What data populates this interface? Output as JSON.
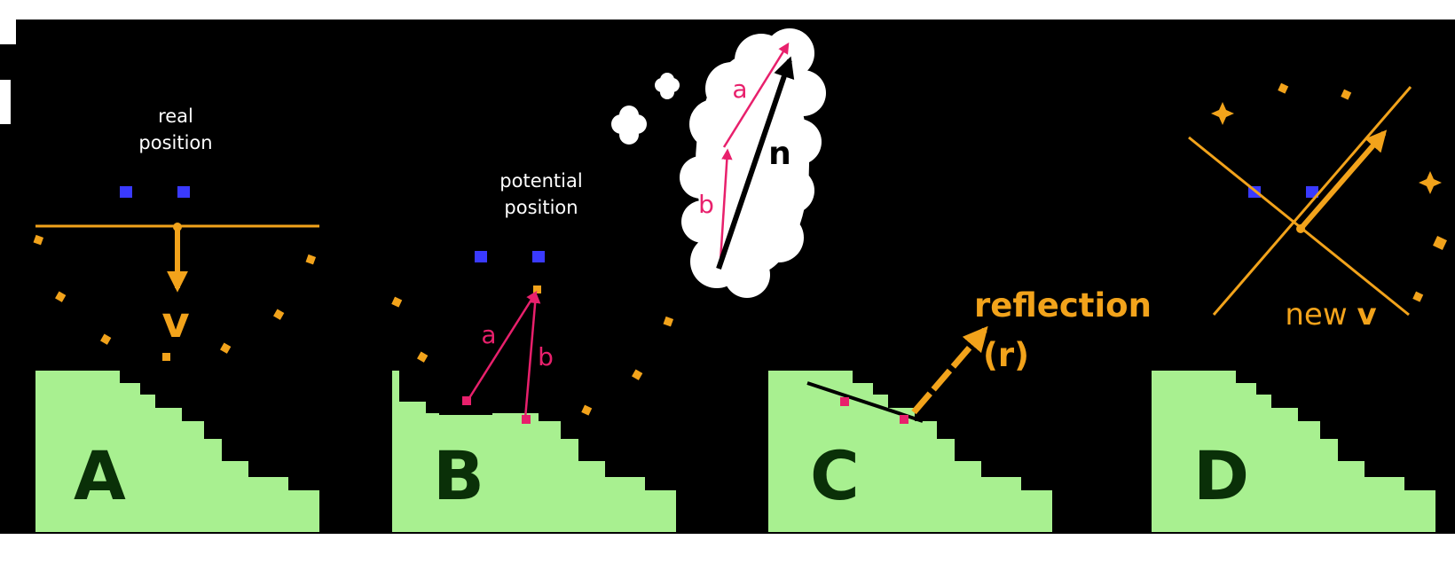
{
  "panels": [
    {
      "letter": "A"
    },
    {
      "letter": "B"
    },
    {
      "letter": "C"
    },
    {
      "letter": "D"
    }
  ],
  "labels": {
    "real_position": [
      "real",
      "position"
    ],
    "potential_position": [
      "potential",
      "position"
    ],
    "velocity": "v",
    "vector_a": "a",
    "vector_b": "b",
    "normal": "n",
    "reflection": [
      "reflection",
      "(r)"
    ],
    "new_velocity_prefix": "new ",
    "new_velocity_symbol": "v"
  },
  "colors": {
    "background": "#000000",
    "ground": "#a8f090",
    "ground_letter": "#0a3008",
    "hat_green": "#1fa985",
    "hat_light": "#33d4a6",
    "robe_blue": "#13428a",
    "skin": "#5b4022",
    "beard": "#ffffff",
    "boots": "#8a3d13",
    "accent_orange": "#f2a31b",
    "vector_pink": "#e8206c",
    "ghost_dark": "#2c2c2c",
    "ghost_mid": "#4a4a4a",
    "ghost_light": "#7a7a7a",
    "cloud": "#ffffff"
  },
  "icons": [
    "wizard-sprite",
    "ghost-wizard-sprite",
    "thought-cloud",
    "slope-ground",
    "velocity-arrow",
    "normal-arrow",
    "reflection-arrow"
  ]
}
